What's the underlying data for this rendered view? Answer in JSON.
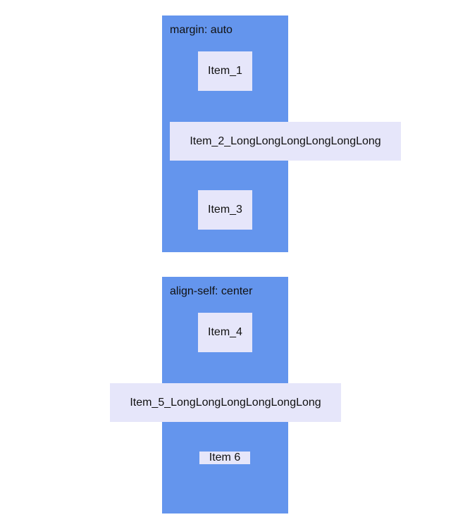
{
  "demos": [
    {
      "caption": "margin: auto",
      "items": [
        "Item_1",
        "Item_2_LongLongLongLongLongLong",
        "Item_3"
      ]
    },
    {
      "caption": "align-self: center",
      "items": [
        "Item_4",
        "Item_5_LongLongLongLongLongLong",
        "Item 6"
      ]
    }
  ],
  "colors": {
    "container": "#6495ed",
    "item": "#e6e6fa"
  }
}
